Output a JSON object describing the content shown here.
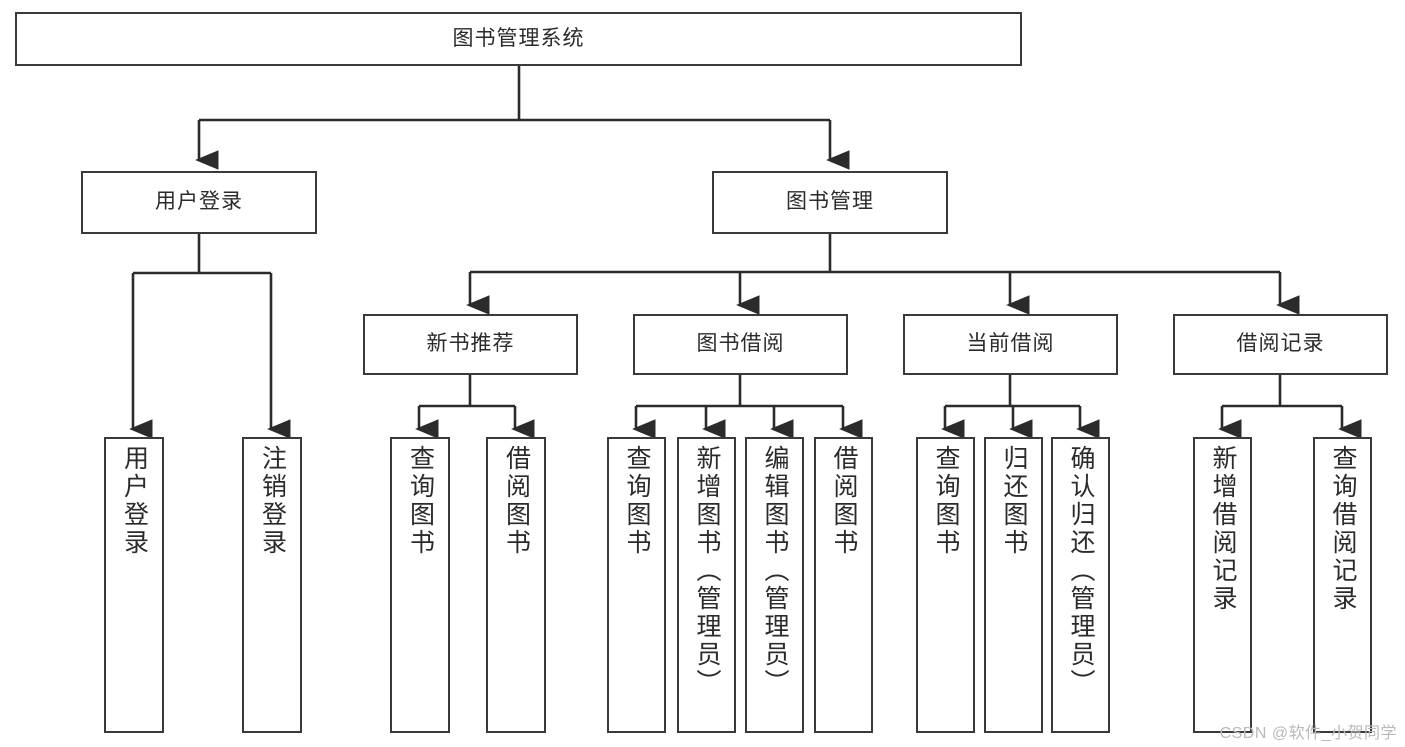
{
  "diagram": {
    "title": "图书管理系统",
    "type": "tree-hierarchy-diagram",
    "watermark": "CSDN @软件_小贺同学",
    "colors": {
      "background": "#ffffff",
      "node_border": "#3a3a3a",
      "node_fill": "#ffffff",
      "text": "#2b2b2b",
      "edge": "#2b2b2b",
      "watermark": "#b9b9b9"
    },
    "root": {
      "id": "root",
      "label": "图书管理系统"
    },
    "level1": [
      {
        "id": "user-login",
        "label": "用户登录"
      },
      {
        "id": "book-manage",
        "label": "图书管理"
      }
    ],
    "level2": [
      {
        "id": "new-book-recommend",
        "label": "新书推荐",
        "parent": "book-manage"
      },
      {
        "id": "book-borrow",
        "label": "图书借阅",
        "parent": "book-manage"
      },
      {
        "id": "current-borrow",
        "label": "当前借阅",
        "parent": "book-manage"
      },
      {
        "id": "borrow-record",
        "label": "借阅记录",
        "parent": "book-manage"
      }
    ],
    "leaves": {
      "user_login": [
        {
          "id": "leaf-user-login",
          "label": "用户登录"
        },
        {
          "id": "leaf-logout",
          "label": "注销登录"
        }
      ],
      "new_book_recommend": [
        {
          "id": "leaf-query-book-1",
          "label": "查询图书"
        },
        {
          "id": "leaf-borrow-book-1",
          "label": "借阅图书"
        }
      ],
      "book_borrow": [
        {
          "id": "leaf-query-book-2",
          "label": "查询图书"
        },
        {
          "id": "leaf-add-book",
          "label": "新增图书（管理员）"
        },
        {
          "id": "leaf-edit-book",
          "label": "编辑图书（管理员）"
        },
        {
          "id": "leaf-borrow-book-2",
          "label": "借阅图书"
        }
      ],
      "current_borrow": [
        {
          "id": "leaf-query-book-3",
          "label": "查询图书"
        },
        {
          "id": "leaf-return-book",
          "label": "归还图书"
        },
        {
          "id": "leaf-confirm-return",
          "label": "确认归还（管理员）"
        }
      ],
      "borrow_record": [
        {
          "id": "leaf-add-record",
          "label": "新增借阅记录"
        },
        {
          "id": "leaf-query-record",
          "label": "查询借阅记录"
        }
      ]
    }
  }
}
